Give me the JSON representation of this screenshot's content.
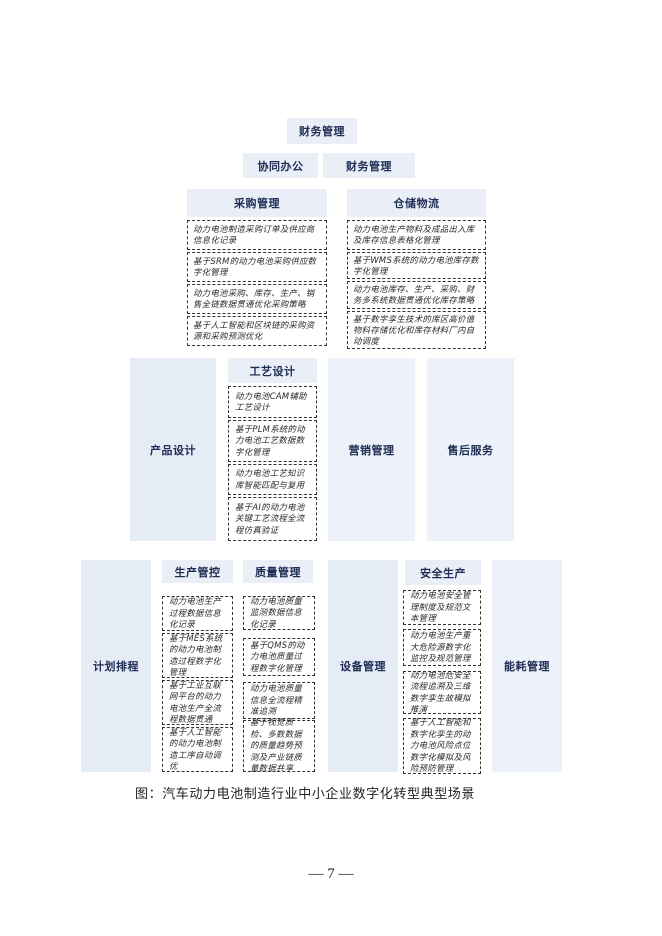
{
  "diagram": {
    "top": {
      "header": "财务管理",
      "sub_headers": [
        "协同办公",
        "财务管理"
      ]
    },
    "procurement": {
      "header": "采购管理",
      "items": [
        "动力电池制造采购订单及供应商信息化记录",
        "基于SRM的动力电池采购供应数字化管理",
        "动力电池采购、库存、生产、销售全链数据贯通优化采购策略",
        "基于人工智能和区块链的采购资源和采购预测优化"
      ]
    },
    "warehouse": {
      "header": "仓储物流",
      "items": [
        "动力电池生产物料及成品出入库及库存信息表格化管理",
        "基于WMS系统的动力电池库存数字化管理",
        "动力电池库存、生产、采购、财务多系统数据贯通优化库存策略",
        "基于数字孪生技术的库区高价值物料存储优化和库存材料厂内自动调度"
      ]
    },
    "middle": {
      "product_design": "产品设计",
      "process_design": {
        "header": "工艺设计",
        "items": [
          "动力电池CAM辅助工艺设计",
          "基于PLM系统的动力电池工艺数据数字化管理",
          "动力电池工艺知识库智能匹配与复用",
          "基于AI的动力电池关键工艺流程全流程仿真验证"
        ]
      },
      "marketing": "营销管理",
      "after_sales": "售后服务"
    },
    "bottom": {
      "planning": "计划排程",
      "production_control": {
        "header": "生产管控",
        "items": [
          "动力电池生产过程数据信息化记录",
          "基于MES系统的动力电池制造过程数字化管理",
          "基于工业互联网平台的动力电池生产全流程数据贯通",
          "基于人工智能的动力电池制造工序自动调优"
        ]
      },
      "quality": {
        "header": "质量管理",
        "items": [
          "动力电池质量监测数据信息化记录",
          "基于QMS的动力电池质量过程数字化管理",
          "动力电池质量信息全流程精准追溯",
          "基于视觉质检、多数数据的质量趋势预测及产业链质量数据共享"
        ]
      },
      "equipment": "设备管理",
      "safety": {
        "header": "安全生产",
        "items": [
          "动力电池安全管理制度及规范文本管理",
          "动力电池生产重大危险源数字化监控及规范管理",
          "动力电池危安全流程追溯及三维数字孪生故模拟推演",
          "基于人工智能和数字化孪生的动力电池风险点位数字化模拟及风险预防管理"
        ]
      },
      "energy": "能耗管理"
    }
  },
  "caption": "图：汽车动力电池制造行业中小企业数字化转型典型场景",
  "page_number": "— 7 —"
}
